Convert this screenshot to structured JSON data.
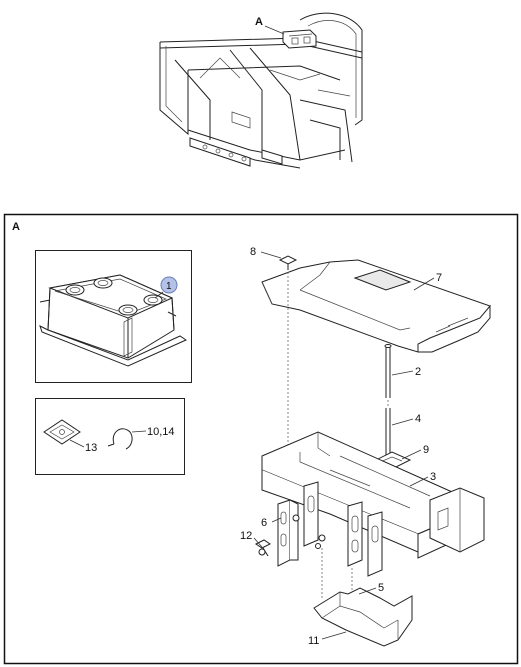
{
  "overview": {
    "callout_letter": "A"
  },
  "detail_view": {
    "view_letter": "A",
    "inset_item": "1",
    "parts_inset": {
      "item_13": "13",
      "item_10_14": "10,14"
    },
    "callouts": {
      "p2": "2",
      "p3": "3",
      "p4": "4",
      "p5": "5",
      "p6": "6",
      "p7": "7",
      "p8": "8",
      "p9": "9",
      "p11": "11",
      "p12": "12"
    }
  },
  "colors": {
    "line": "#222222",
    "frame_border": "#111111",
    "item_badge": "#b3c2e6",
    "item_badge_border": "#6b7fb8"
  }
}
